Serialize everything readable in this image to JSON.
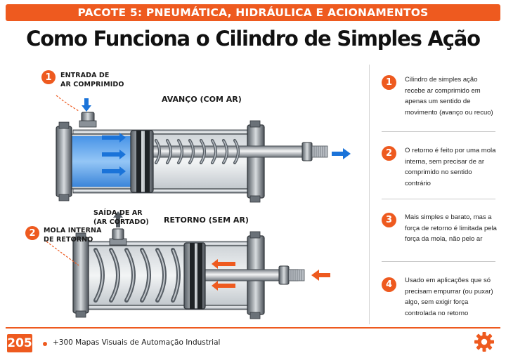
{
  "header": {
    "banner": "PACOTE 5: PNEUMÁTICA, HIDRÁULICA E ACIONAMENTOS",
    "title": "Como Funciona o Cilindro de Simples Ação"
  },
  "diagram": {
    "marker1": "1",
    "label1": [
      "ENTRADA DE",
      "AR COMPRIMIDO"
    ],
    "stage_top": "AVANÇO (COM AR)",
    "exhaust": [
      "SAÍDA DE AR",
      "(AR CORTADO)"
    ],
    "marker2": "2",
    "label2": [
      "MOLA INTERNA",
      "DE RETORNO"
    ],
    "stage_bottom": "RETORNO (SEM AR)"
  },
  "notes": [
    {
      "num": "1",
      "text": "Cilindro de simples ação recebe ar comprimido em apenas um sentido de movimento (avanço ou recuo)"
    },
    {
      "num": "2",
      "text": "O retorno é feito por uma mola interna, sem precisar de ar comprimido no sentido contrário"
    },
    {
      "num": "3",
      "text": "Mais simples e barato, mas a força de retorno é limitada pela força da mola, não pelo ar"
    },
    {
      "num": "4",
      "text": "Usado em aplicações que só precisam empurrar (ou puxar) algo, sem exigir força controlada no retorno"
    }
  ],
  "footer": {
    "page": "205",
    "text": "+300 Mapas Visuais de Automação Industrial"
  },
  "colors": {
    "accent": "#ee5a1f",
    "air": "#1a73d9"
  }
}
